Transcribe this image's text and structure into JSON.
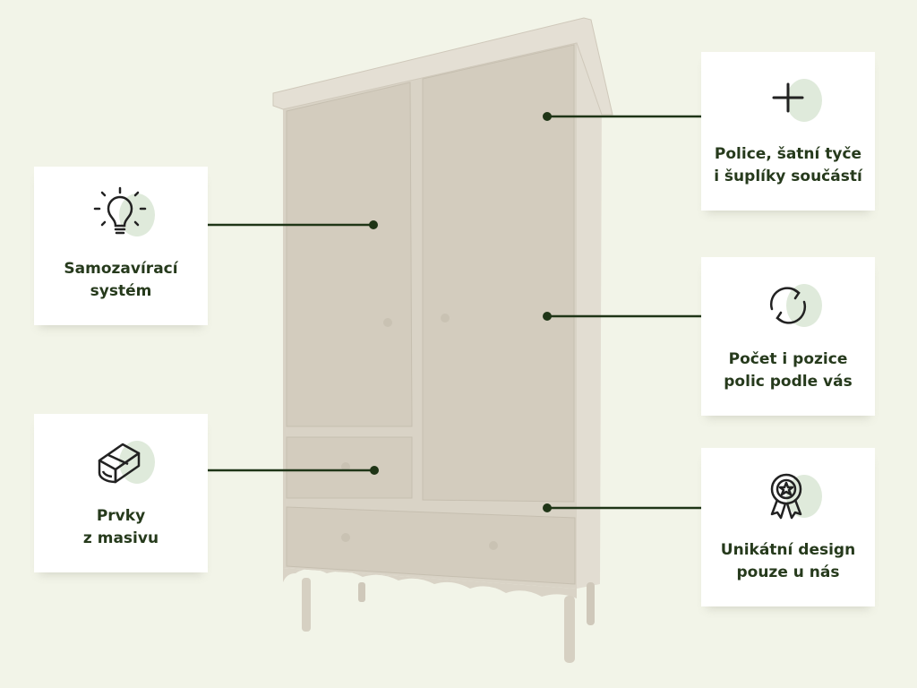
{
  "features": [
    {
      "icon": "plus-icon",
      "label": "Police, šatní tyče\ni šuplíky součástí"
    },
    {
      "icon": "lightbulb-icon",
      "label": "Samozavírací\nsystém"
    },
    {
      "icon": "refresh-icon",
      "label": "Počet i pozice\npolic podle vás"
    },
    {
      "icon": "wood-block-icon",
      "label": "Prvky\nz masivu"
    },
    {
      "icon": "award-ribbon-icon",
      "label": "Unikátní design\npouze u nás"
    }
  ],
  "colors": {
    "background": "#f2f4e8",
    "accent": "#263a1c",
    "blob": "#dfeadb",
    "wardrobe": "#d6d0c2"
  }
}
